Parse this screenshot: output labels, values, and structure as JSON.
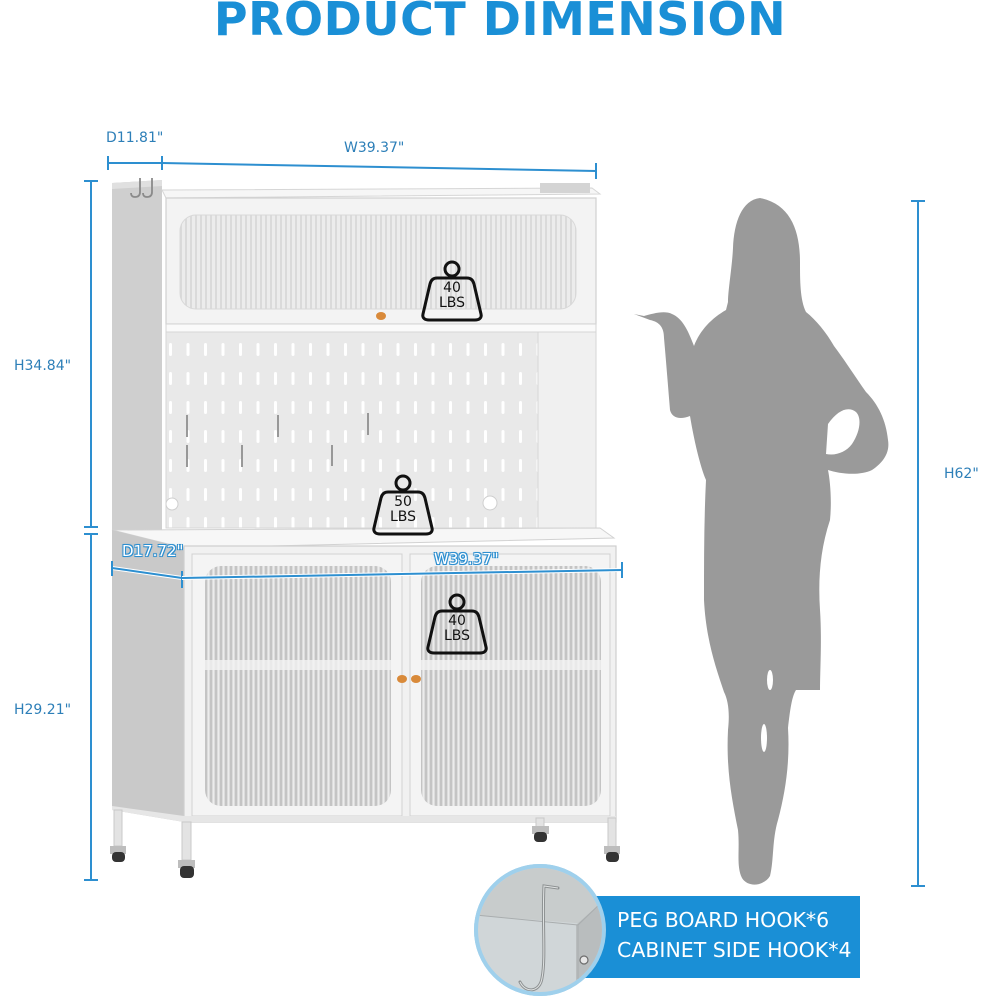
{
  "header": {
    "title": "PRODUCT DIMENSION"
  },
  "colors": {
    "brand_blue": "#1a8fd6",
    "dimension_line": "#2d8fd0",
    "dimension_text": "#2d7fb8",
    "silhouette_gray": "#9a9a9a",
    "cabinet_white": "#f2f2f2",
    "handle_orange": "#d98a3a"
  },
  "dimensions": {
    "top_depth": "D11.81\"",
    "top_width": "W39.37\"",
    "hutch_height": "H34.84\"",
    "base_depth": "D17.72\"",
    "base_width": "W39.37\"",
    "base_height": "H29.21\"",
    "total_height": "H62\""
  },
  "load_capacity": [
    {
      "location": "top cabinet",
      "value": "40",
      "unit": "LBS",
      "icon": "weight-icon"
    },
    {
      "location": "countertop",
      "value": "50",
      "unit": "LBS",
      "icon": "weight-icon"
    },
    {
      "location": "base cabinet shelf",
      "value": "40",
      "unit": "LBS",
      "icon": "weight-icon"
    }
  ],
  "accessories": {
    "lines": [
      "PEG BOARD HOOK*6",
      "CABINET SIDE HOOK*4"
    ],
    "image": "hook-closeup-image"
  },
  "figures": {
    "product": "hutch-cabinet-illustration",
    "scale_reference": "woman-silhouette"
  }
}
